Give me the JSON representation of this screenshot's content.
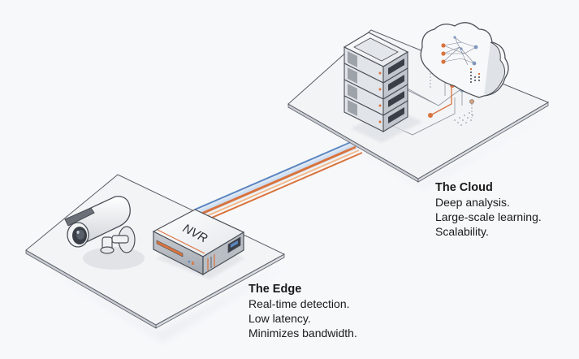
{
  "diagram": {
    "title": "Edge to Cloud video analytics",
    "edge": {
      "title": "The Edge",
      "lines": [
        "Real-time detection.",
        "Low latency.",
        "Minimizes bandwidth."
      ],
      "devices": {
        "camera": "security-camera",
        "nvr_label": "NVR"
      }
    },
    "cloud": {
      "title": "The Cloud",
      "lines": [
        "Deep analysis.",
        "Large-scale learning.",
        "Scalability."
      ],
      "devices": {
        "server_rack_units": 4,
        "cloud": "cloud-ai-neural-network"
      }
    },
    "link": {
      "description": "data link between edge and cloud",
      "colors": {
        "blue": "#5b86c0",
        "orange": "#d9733d",
        "light_orange": "#f2b98c"
      }
    },
    "colors": {
      "background": "#f7f8fa",
      "platform": "#f4f5f7",
      "outline": "#4a4f57",
      "accent_orange": "#d9733d",
      "accent_blue": "#5b86c0"
    }
  }
}
